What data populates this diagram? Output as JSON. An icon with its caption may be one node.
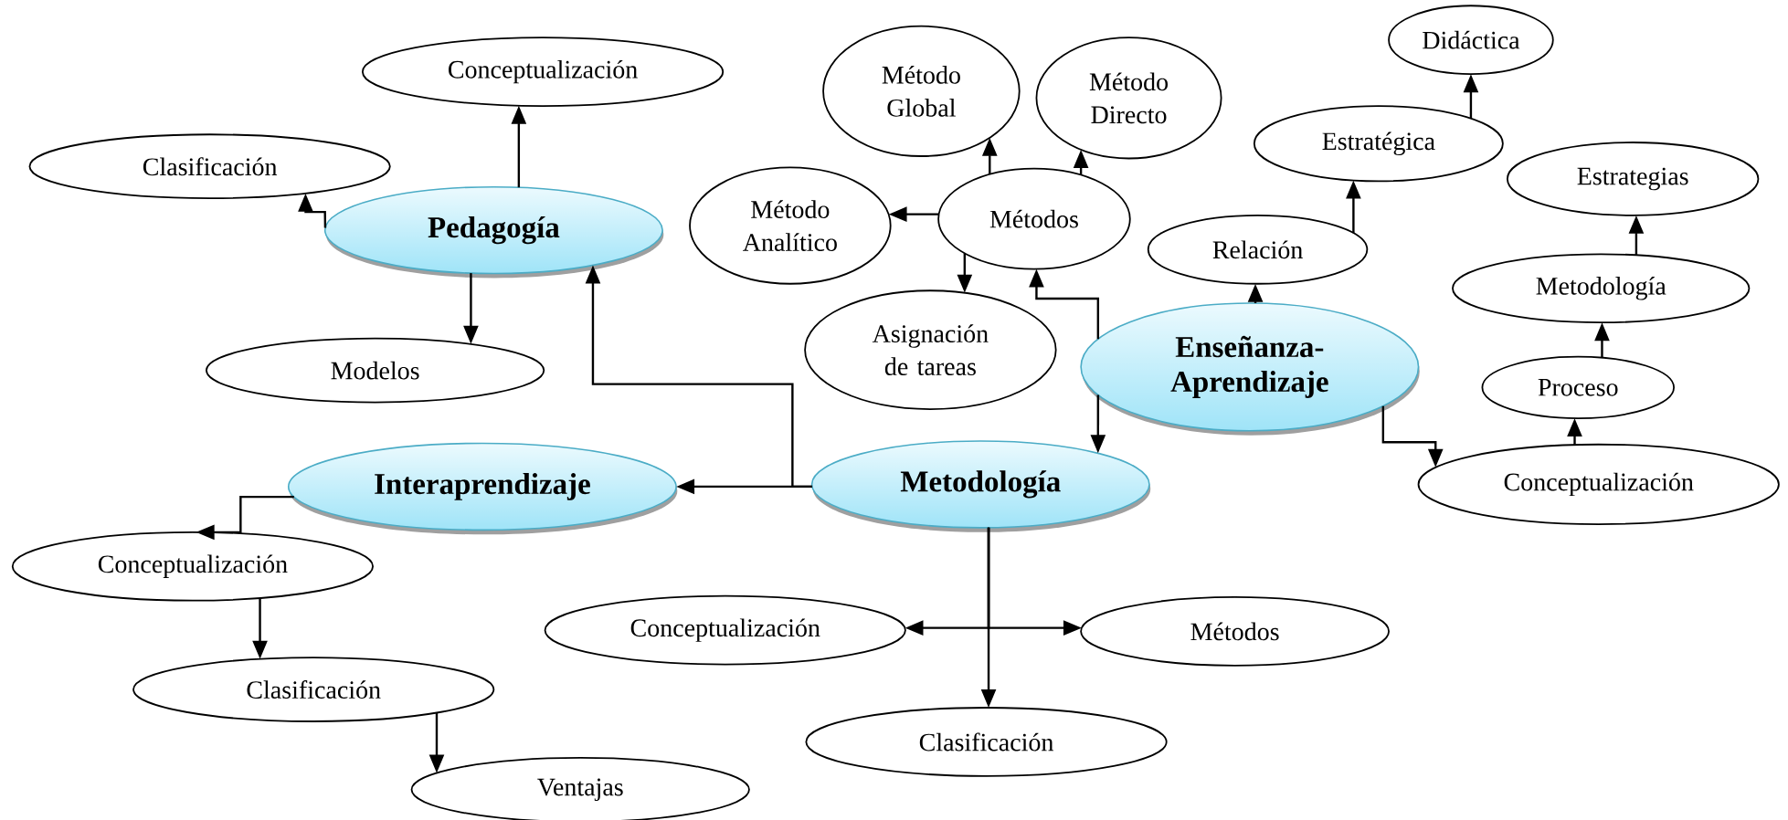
{
  "diagram": {
    "nodes": [
      {
        "text": [
          "Conceptualización"
        ]
      },
      {
        "text": [
          "Clasificación"
        ]
      },
      {
        "text": [
          "Pedagogía"
        ]
      },
      {
        "text": [
          "Modelos"
        ]
      },
      {
        "text": [
          "Método Global"
        ]
      },
      {
        "text": [
          "Método Directo"
        ]
      },
      {
        "text": [
          "Método Analítico"
        ]
      },
      {
        "text": [
          "Métodos"
        ]
      },
      {
        "text": [
          "Didáctica"
        ]
      },
      {
        "text": [
          "Estratégica"
        ]
      },
      {
        "text": [
          "Estrategias"
        ]
      },
      {
        "text": [
          "Relación"
        ]
      },
      {
        "text": [
          "Asignación de tareas"
        ]
      },
      {
        "text": [
          "Enseñanza-Aprendizaje"
        ]
      },
      {
        "text": [
          "Metodología"
        ]
      },
      {
        "text": [
          "Proceso"
        ]
      },
      {
        "text": [
          "Interaprendizaje"
        ]
      },
      {
        "text": [
          "Metodología"
        ]
      },
      {
        "text": [
          "Conceptualización"
        ]
      },
      {
        "text": [
          "Conceptualización"
        ]
      },
      {
        "text": [
          "Conceptualización"
        ]
      },
      {
        "text": [
          "Métodos"
        ]
      },
      {
        "text": [
          "Clasificación"
        ]
      },
      {
        "text": [
          "Clasificación"
        ]
      },
      {
        "text": [
          "Ventajas"
        ]
      }
    ],
    "edges": [
      {
        "from": 2,
        "to": 0,
        "arrow": "to"
      },
      {
        "from": 2,
        "to": 1,
        "arrow": "to"
      },
      {
        "from": 2,
        "to": 3,
        "arrow": "to"
      },
      {
        "from": 17,
        "to": 2,
        "arrow": "to"
      },
      {
        "from": 17,
        "to": 16,
        "arrow": "to"
      },
      {
        "from": 13,
        "to": 7,
        "arrow": "to"
      },
      {
        "from": 13,
        "to": 11,
        "arrow": "to"
      },
      {
        "from": 13,
        "to": 17,
        "arrow": "to"
      },
      {
        "from": 13,
        "to": 18,
        "arrow": "to"
      },
      {
        "from": 7,
        "to": 6,
        "arrow": "to"
      },
      {
        "from": 7,
        "to": 4,
        "arrow": "to"
      },
      {
        "from": 7,
        "to": 5,
        "arrow": "to"
      },
      {
        "from": 7,
        "to": 12,
        "arrow": "to"
      },
      {
        "from": 11,
        "to": 9,
        "arrow": "to"
      },
      {
        "from": 9,
        "to": 8,
        "arrow": "to"
      },
      {
        "from": 18,
        "to": 15,
        "arrow": "to"
      },
      {
        "from": 15,
        "to": 14,
        "arrow": "to"
      },
      {
        "from": 14,
        "to": 10,
        "arrow": "to"
      },
      {
        "from": 16,
        "to": 19,
        "arrow": "to"
      },
      {
        "from": 19,
        "to": 22,
        "arrow": "to"
      },
      {
        "from": 22,
        "to": 24,
        "arrow": "to"
      },
      {
        "from": 17,
        "to": 23,
        "arrow": "to"
      },
      {
        "from": 17,
        "to": 20,
        "arrow": "to"
      },
      {
        "from": 17,
        "to": 21,
        "arrow": "to"
      }
    ]
  }
}
